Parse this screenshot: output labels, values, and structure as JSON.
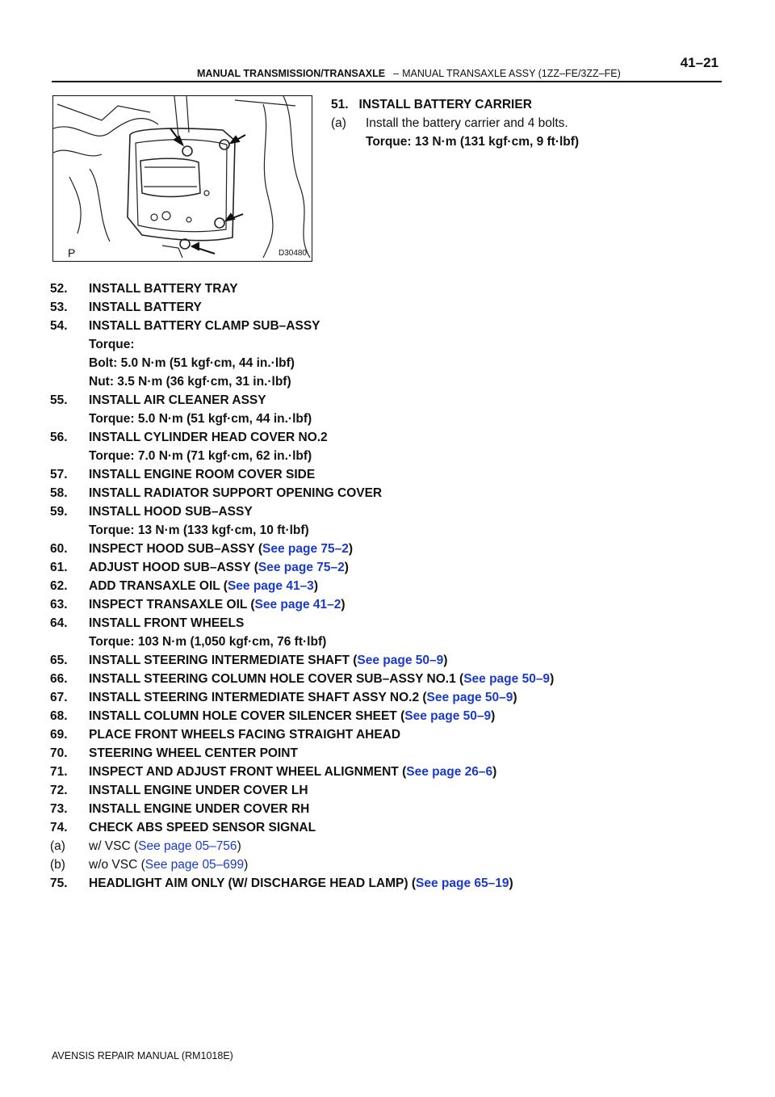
{
  "header": {
    "section": "MANUAL TRANSMISSION/TRANSAXLE",
    "dash": "–",
    "subsection": "MANUAL TRANSAXLE ASSY (1ZZ–FE/3ZZ–FE)",
    "page_number": "41–21"
  },
  "figure": {
    "id": "D30480",
    "mark": "P"
  },
  "step51": {
    "title": "51.   INSTALL BATTERY CARRIER",
    "sub_label": "(a)",
    "sub_text": "Install the battery carrier and 4 bolts.",
    "torque": "Torque: 13 N·m (131 kgf·cm, 9 ft·lbf)"
  },
  "steps": [
    {
      "num": "52.",
      "text": "INSTALL BATTERY TRAY"
    },
    {
      "num": "53.",
      "text": "INSTALL BATTERY"
    },
    {
      "num": "54.",
      "text": "INSTALL BATTERY CLAMP SUB–ASSY",
      "notes": [
        "Torque:",
        "Bolt: 5.0 N·m (51 kgf·cm, 44 in.·lbf)",
        "Nut: 3.5 N·m (36 kgf·cm, 31 in.·lbf)"
      ]
    },
    {
      "num": "55.",
      "text": "INSTALL AIR CLEANER ASSY",
      "notes": [
        "Torque: 5.0 N·m (51 kgf·cm, 44 in.·lbf)"
      ]
    },
    {
      "num": "56.",
      "text": "INSTALL CYLINDER HEAD COVER NO.2",
      "notes": [
        "Torque: 7.0 N·m (71 kgf·cm, 62 in.·lbf)"
      ]
    },
    {
      "num": "57.",
      "text": "INSTALL ENGINE ROOM COVER SIDE"
    },
    {
      "num": "58.",
      "text": "INSTALL RADIATOR SUPPORT OPENING COVER"
    },
    {
      "num": "59.",
      "text": "INSTALL HOOD SUB–ASSY",
      "notes": [
        "Torque: 13 N·m (133 kgf·cm, 10 ft·lbf)"
      ]
    },
    {
      "num": "60.",
      "text": "INSPECT HOOD SUB–ASSY (",
      "link": "See page 75–2",
      "tail": ")"
    },
    {
      "num": "61.",
      "text": "ADJUST HOOD SUB–ASSY (",
      "link": "See page 75–2",
      "tail": ")"
    },
    {
      "num": "62.",
      "text": "ADD TRANSAXLE OIL (",
      "link": "See page 41–3",
      "tail": ")"
    },
    {
      "num": "63.",
      "text": "INSPECT TRANSAXLE OIL (",
      "link": "See page 41–2",
      "tail": ")"
    },
    {
      "num": "64.",
      "text": "INSTALL FRONT WHEELS",
      "notes": [
        "Torque: 103 N·m (1,050 kgf·cm, 76 ft·lbf)"
      ]
    },
    {
      "num": "65.",
      "text": "INSTALL STEERING INTERMEDIATE SHAFT (",
      "link": "See page 50–9",
      "tail": ")"
    },
    {
      "num": "66.",
      "text": "INSTALL STEERING COLUMN HOLE COVER SUB–ASSY NO.1 (",
      "link": "See page 50–9",
      "tail": ")"
    },
    {
      "num": "67.",
      "text": "INSTALL STEERING INTERMEDIATE SHAFT ASSY NO.2 (",
      "link": "See page 50–9",
      "tail": ")"
    },
    {
      "num": "68.",
      "text": "INSTALL COLUMN HOLE COVER SILENCER SHEET (",
      "link": "See page 50–9",
      "tail": ")"
    },
    {
      "num": "69.",
      "text": "PLACE FRONT WHEELS FACING STRAIGHT AHEAD"
    },
    {
      "num": "70.",
      "text": "STEERING WHEEL CENTER POINT"
    },
    {
      "num": "71.",
      "text": "INSPECT AND ADJUST FRONT WHEEL ALIGNMENT (",
      "link": "See page 26–6",
      "tail": ")"
    },
    {
      "num": "72.",
      "text": "INSTALL ENGINE UNDER COVER LH"
    },
    {
      "num": "73.",
      "text": "INSTALL ENGINE UNDER COVER RH"
    },
    {
      "num": "74.",
      "text": "CHECK ABS SPEED SENSOR SIGNAL"
    },
    {
      "num": "(a)",
      "text": "w/ VSC (",
      "link": "See page 05–756",
      "tail": ")",
      "plain": true
    },
    {
      "num": "(b)",
      "text": "w/o VSC (",
      "link": "See page 05–699",
      "tail": ")",
      "plain": true
    },
    {
      "num": "75.",
      "text": "HEADLIGHT AIM ONLY (W/ DISCHARGE HEAD LAMP) (",
      "link": "See page 65–19",
      "tail": ")"
    }
  ],
  "footer": "AVENSIS REPAIR MANUAL   (RM1018E)"
}
